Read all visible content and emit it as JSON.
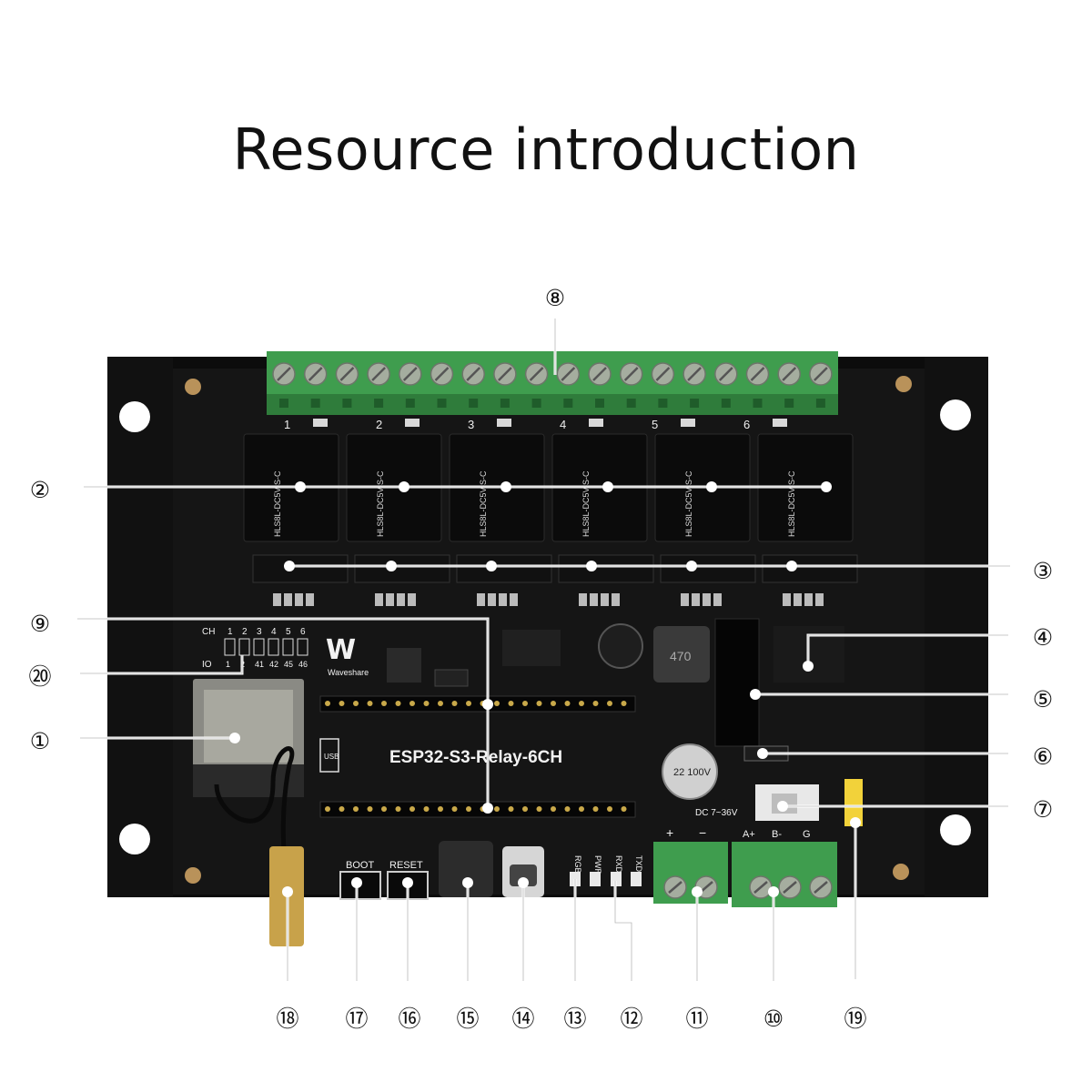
{
  "title": "Resource introduction",
  "board": {
    "name": "ESP32-S3-Relay-6CH",
    "brand": "Waveshare",
    "channel_row_label": "CH",
    "io_row_label": "IO",
    "channels": [
      "1",
      "2",
      "3",
      "4",
      "5",
      "6"
    ],
    "io_pins": [
      "1",
      "2",
      "41",
      "42",
      "45",
      "46"
    ],
    "terminal_numbers": [
      "1",
      "2",
      "3",
      "4",
      "5",
      "6"
    ],
    "relay_model": "HLS8L-DC5V-S-C",
    "button_labels": {
      "boot": "BOOT",
      "reset": "RESET"
    },
    "led_labels": {
      "rgb": "RGB",
      "pwr": "PWR",
      "rxd": "RXD",
      "txd": "TXD"
    },
    "power_label": "DC 7~36V",
    "power_polarity": [
      "+",
      "−"
    ],
    "rs485_labels": [
      "A+",
      "B-",
      "G"
    ],
    "cap_label": "22 100V",
    "inductor_label": "470",
    "usb_label": "USB"
  },
  "callouts": [
    {
      "id": "1",
      "glyph": "①"
    },
    {
      "id": "2",
      "glyph": "②"
    },
    {
      "id": "3",
      "glyph": "③"
    },
    {
      "id": "4",
      "glyph": "④"
    },
    {
      "id": "5",
      "glyph": "⑤"
    },
    {
      "id": "6",
      "glyph": "⑥"
    },
    {
      "id": "7",
      "glyph": "⑦"
    },
    {
      "id": "8",
      "glyph": "⑧"
    },
    {
      "id": "9",
      "glyph": "⑨"
    },
    {
      "id": "10",
      "glyph": "⑩"
    },
    {
      "id": "11",
      "glyph": "⑪"
    },
    {
      "id": "12",
      "glyph": "⑫"
    },
    {
      "id": "13",
      "glyph": "⑬"
    },
    {
      "id": "14",
      "glyph": "⑭"
    },
    {
      "id": "15",
      "glyph": "⑮"
    },
    {
      "id": "16",
      "glyph": "⑯"
    },
    {
      "id": "17",
      "glyph": "⑰"
    },
    {
      "id": "18",
      "glyph": "⑱"
    },
    {
      "id": "19",
      "glyph": "⑲"
    },
    {
      "id": "20",
      "glyph": "⑳"
    }
  ],
  "colors": {
    "pcb": "#151515",
    "case": "#0c0c0c",
    "terminal_green": "#3f9d4e",
    "screw_grey": "#9aa39b",
    "leader_line": "#ffffff",
    "callout_ring": "#111111"
  }
}
